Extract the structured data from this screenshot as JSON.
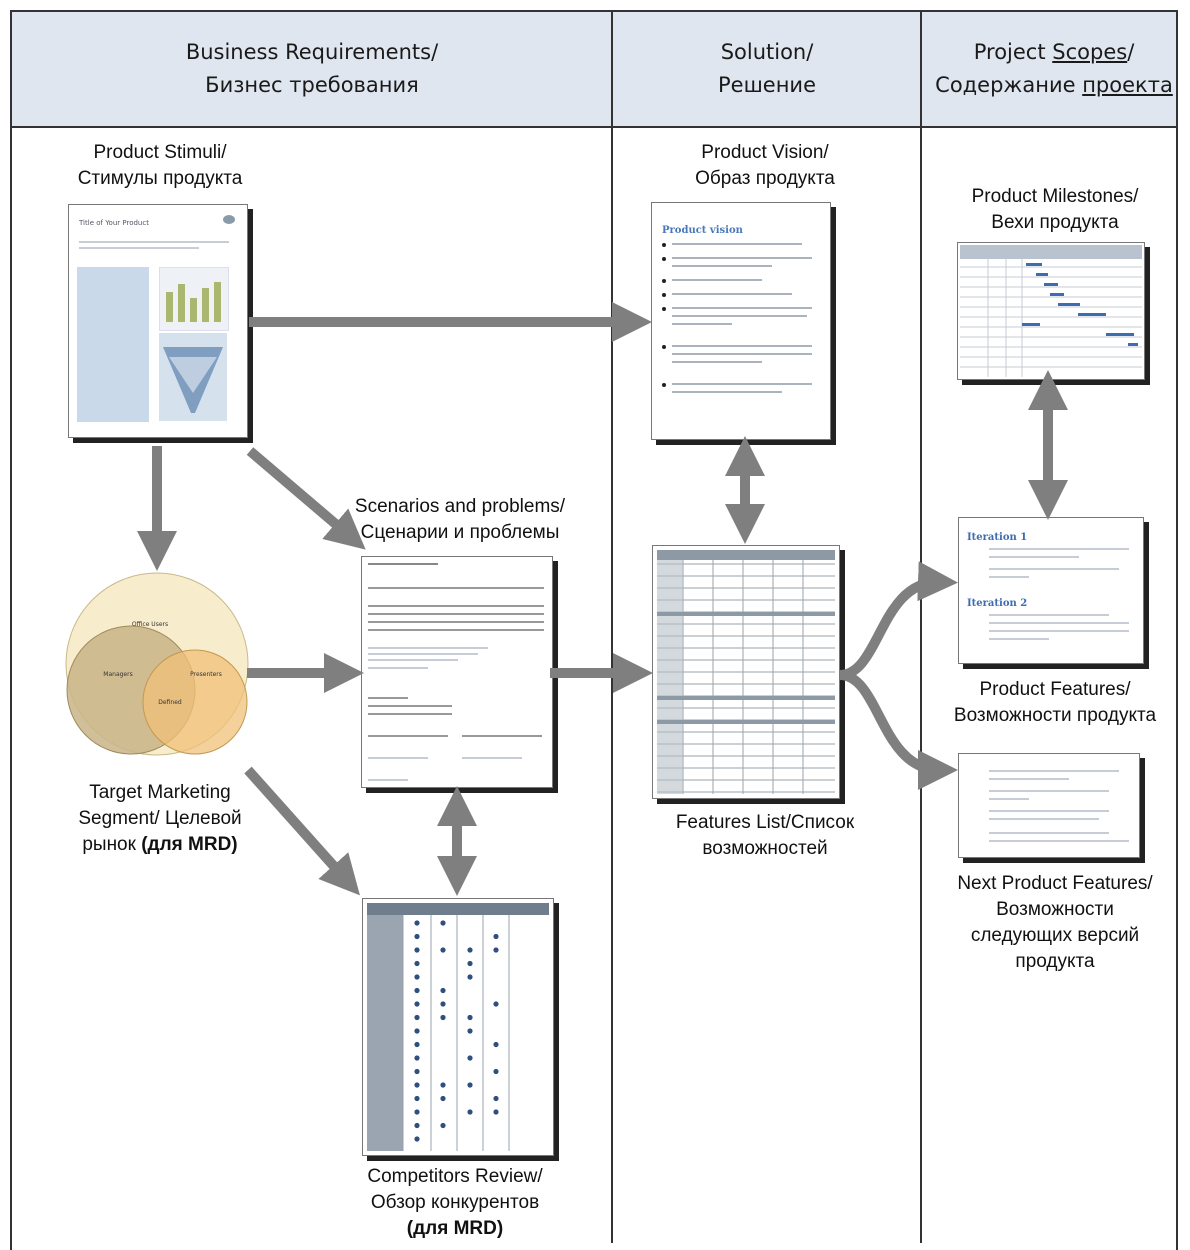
{
  "columns": [
    {
      "line1": "Business Requirements/",
      "line2": "Бизнес требования"
    },
    {
      "line1": "Solution/",
      "line2": "Решение"
    },
    {
      "line1_pre": "Project ",
      "line1_u": "Scopes",
      "line1_post": "/",
      "line2_pre": "Содержание ",
      "line2_u": "проекта"
    }
  ],
  "labels": {
    "product_stimuli": [
      "Product Stimuli/",
      "Стимулы продукта"
    ],
    "scenarios": [
      "Scenarios and problems/",
      "Сценарии и проблемы"
    ],
    "target_market": [
      "Target Marketing",
      "Segment/ Целевой",
      "рынок ",
      "(для MRD)"
    ],
    "competitors": [
      "Competitors Review/",
      "Обзор конкурентов",
      "(для MRD)"
    ],
    "product_vision": [
      "Product Vision/",
      "Образ продукта"
    ],
    "features_list": [
      "Features List/Список",
      "возможностей"
    ],
    "milestones": [
      "Product Milestones/",
      "Вехи продукта"
    ],
    "product_features": [
      "Product Features/",
      "Возможности продукта"
    ],
    "next_features": [
      "Next Product Features/",
      "Возможности",
      "следующих версий",
      "продукта"
    ]
  },
  "thumbnails": {
    "stimuli_title": "Title of Your Product",
    "vision_title": "Product vision",
    "iteration1": "Iteration 1",
    "iteration2": "Iteration 2",
    "venn": [
      "Office Users",
      "Managers",
      "Presenters",
      "Defined"
    ]
  },
  "colors": {
    "header_band": "#dfe6ef",
    "arrow": "#7f7f7f",
    "venn_outer": "#f7eccb",
    "venn_left": "#c9b487",
    "venn_right": "#f0c078"
  }
}
